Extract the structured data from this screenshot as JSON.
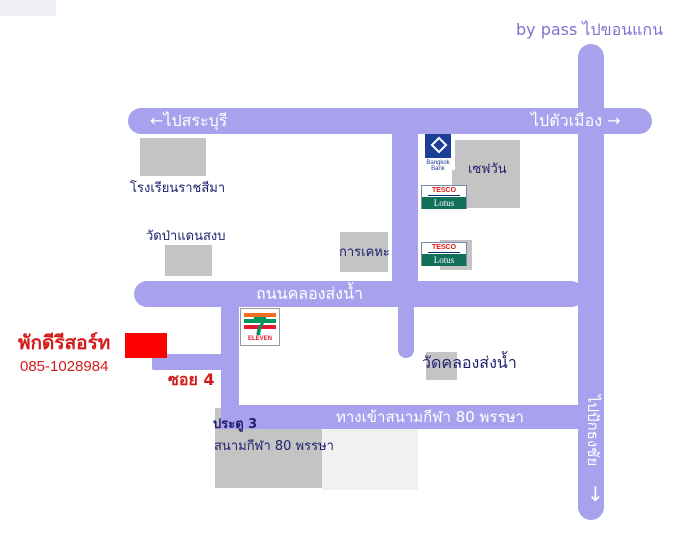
{
  "roads": {
    "top_left": "←ไปสระบุรี",
    "top_right": "ไปตัวเมือง →",
    "bypass": "by pass ไปขอนแกน",
    "middle": "ถนนคลองส่งน้ำ",
    "bottom": "ทางเข้าสนามกีฬา 80 พรรษา",
    "right_vertical": "ไปปักธงชัย"
  },
  "places": {
    "school": "โรงเรียนราชสีมา",
    "temple_pa": "วัดป่าแดนสงบ",
    "garage": "การเคหะ",
    "sevenbank": "เซฟวัน",
    "temple_khlong": "วัดคลองส่งน้ำ",
    "stadium": "สนามกีฬา 80 พรรษา",
    "gate": "ประตู 3"
  },
  "resort": {
    "name": "พักดีรีสอร์ท",
    "phone": "085-1028984",
    "soi": "ซอย 4"
  },
  "logos": {
    "bangkok_bank": "Bangkok Bank",
    "tesco_top": "TESCO",
    "tesco_bottom": "Lotus",
    "seven_number": "7",
    "seven_text": "ELEVEN"
  },
  "colors": {
    "road": "#a7a1ee",
    "block": "#c4c4c4",
    "resort": "#ff0000",
    "label_red": "#d51a1a",
    "label_navy": "#1f1f6e",
    "bypass_text": "#7d73cf"
  }
}
